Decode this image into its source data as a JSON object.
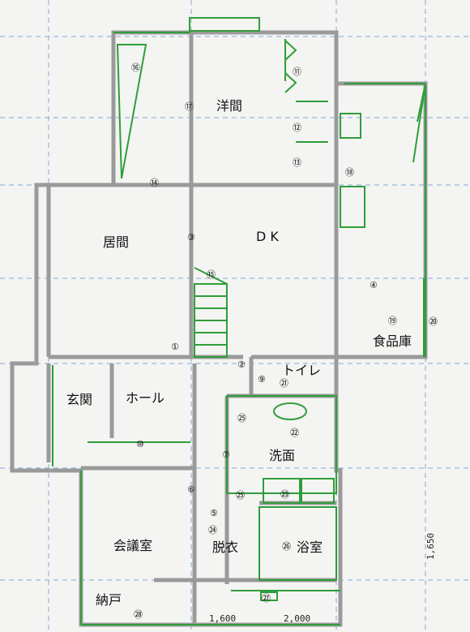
{
  "rooms": {
    "western_room": "洋間",
    "living_room": "居間",
    "dk": "D K",
    "toilet": "トイレ",
    "entrance": "玄関",
    "hall": "ホール",
    "washroom": "洗面",
    "meeting_room": "会議室",
    "changing_room": "脱衣",
    "bathroom": "浴室",
    "storage_closet": "納戸",
    "pantry": "食品庫"
  },
  "markers": {
    "m1": "①",
    "m2": "②",
    "m3": "③",
    "m4": "④",
    "m5": "⑤",
    "m6": "⑥",
    "m7": "⑦",
    "m9": "⑨",
    "m10": "⑩",
    "m11": "⑪",
    "m12": "⑫",
    "m13": "⑬",
    "m14": "⑭",
    "m15": "⑮",
    "m16": "⑯",
    "m17": "⑰",
    "m18": "⑱",
    "m19": "⑲",
    "m20": "⑳",
    "m21": "㉑",
    "m22": "㉒",
    "m23": "㉓",
    "m24": "㉔",
    "m25a": "㉕",
    "m25b": "㉕",
    "m26": "㉖",
    "m27": "㉗",
    "m28": "㉘"
  },
  "dimensions": {
    "d1": "1,600",
    "d2": "2,000",
    "d3": "1,650"
  },
  "colors": {
    "wall": "#999999",
    "wall_fill": "#ffffff",
    "edit_green": "#2e9e3a",
    "grid_blue": "#5a8fd0",
    "background": "#f4f4f2"
  }
}
